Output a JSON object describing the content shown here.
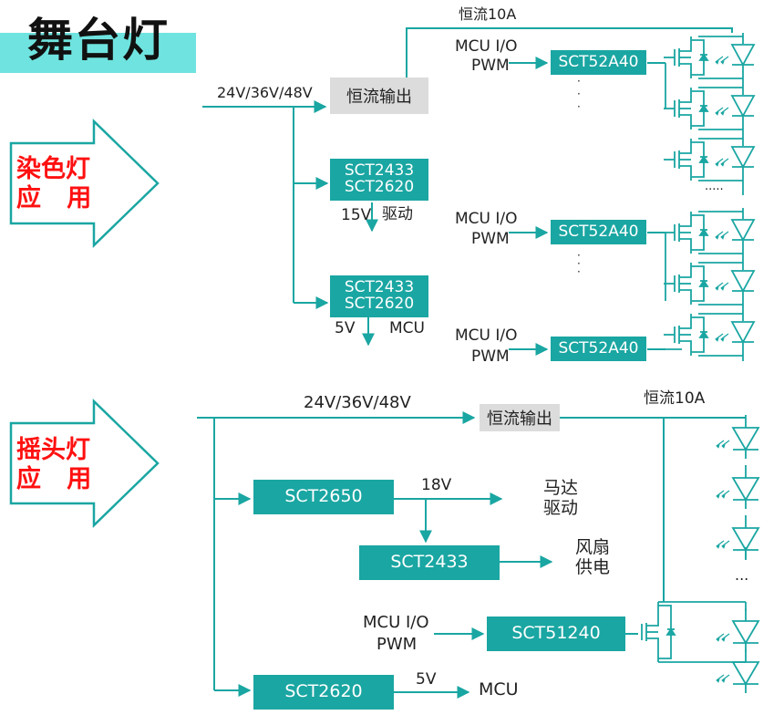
{
  "title": "舞台灯",
  "top": {
    "app_label_line1": "染色灯",
    "app_label_line2": "应   用",
    "input_voltage": "24V/36V/48V",
    "cc_output": "恒流输出",
    "cc_current": "恒流10A",
    "mcu_io": "MCU I/O",
    "pwm": "PWM",
    "switch_chip": "SCT52A40",
    "buck_chip_line1": "SCT2433",
    "buck_chip_line2": "SCT2620",
    "drive_voltage": "15V",
    "drive_label": "驱动",
    "mcu_voltage": "5V",
    "mcu_label": "MCU",
    "vdots": "·\n·\n·",
    "hdots": "....."
  },
  "bottom": {
    "app_label_line1": "摇头灯",
    "app_label_line2": "应   用",
    "input_voltage": "24V/36V/48V",
    "cc_output": "恒流输出",
    "cc_current": "恒流10A",
    "chip_2650": "SCT2650",
    "voltage_18v": "18V",
    "motor_line1": "马达",
    "motor_line2": "驱动",
    "chip_2433": "SCT2433",
    "fan_line1": "风扇",
    "fan_line2": "供电",
    "mcu_io": "MCU I/O",
    "pwm": "PWM",
    "chip_51240": "SCT51240",
    "chip_2620": "SCT2620",
    "voltage_5v": "5V",
    "mcu_label": "MCU",
    "dots": "..."
  }
}
